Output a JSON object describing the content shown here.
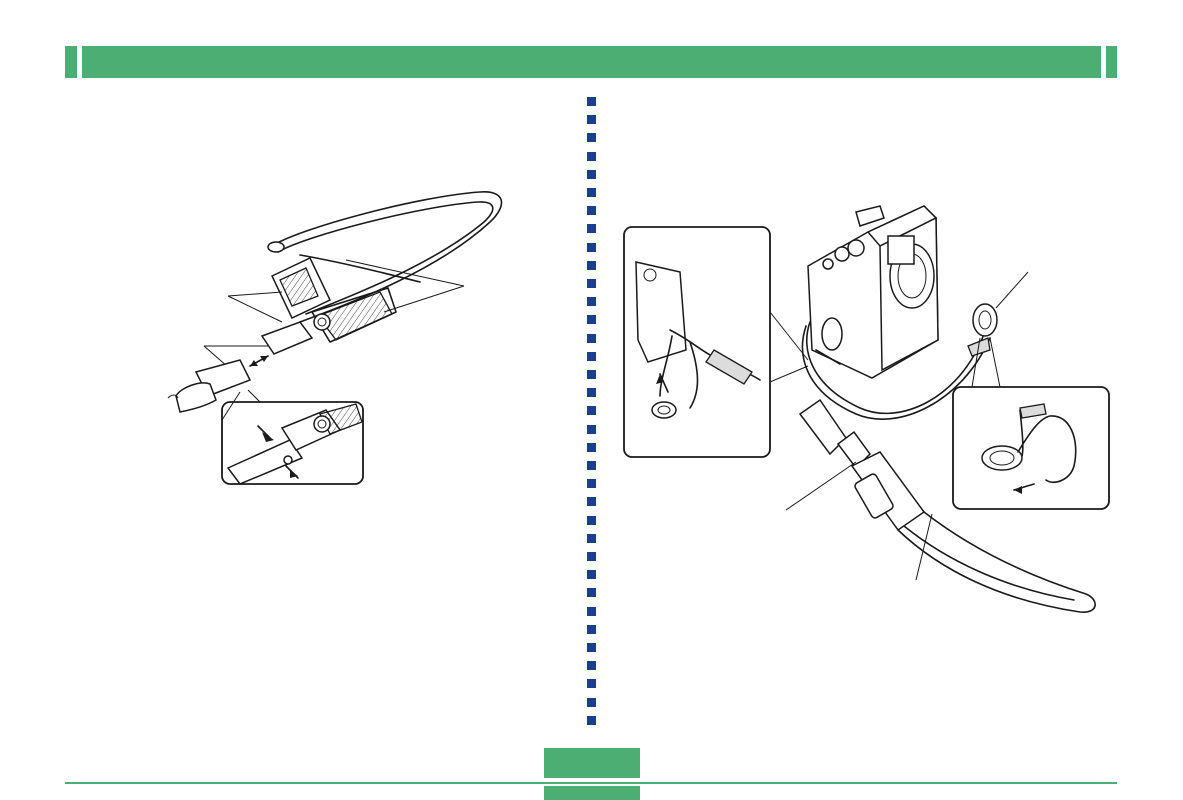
{
  "page": {
    "accent_color": "#4cae73",
    "divider_color": "#1b3f8f"
  },
  "illustrations": [
    {
      "name": "neck-strap-buckle-illustration",
      "icon": "neck-strap-with-detachable-buckle"
    },
    {
      "name": "lens-cap-wrist-strap-illustration",
      "icon": "camera-with-lens-cap-and-wrist-strap"
    }
  ]
}
